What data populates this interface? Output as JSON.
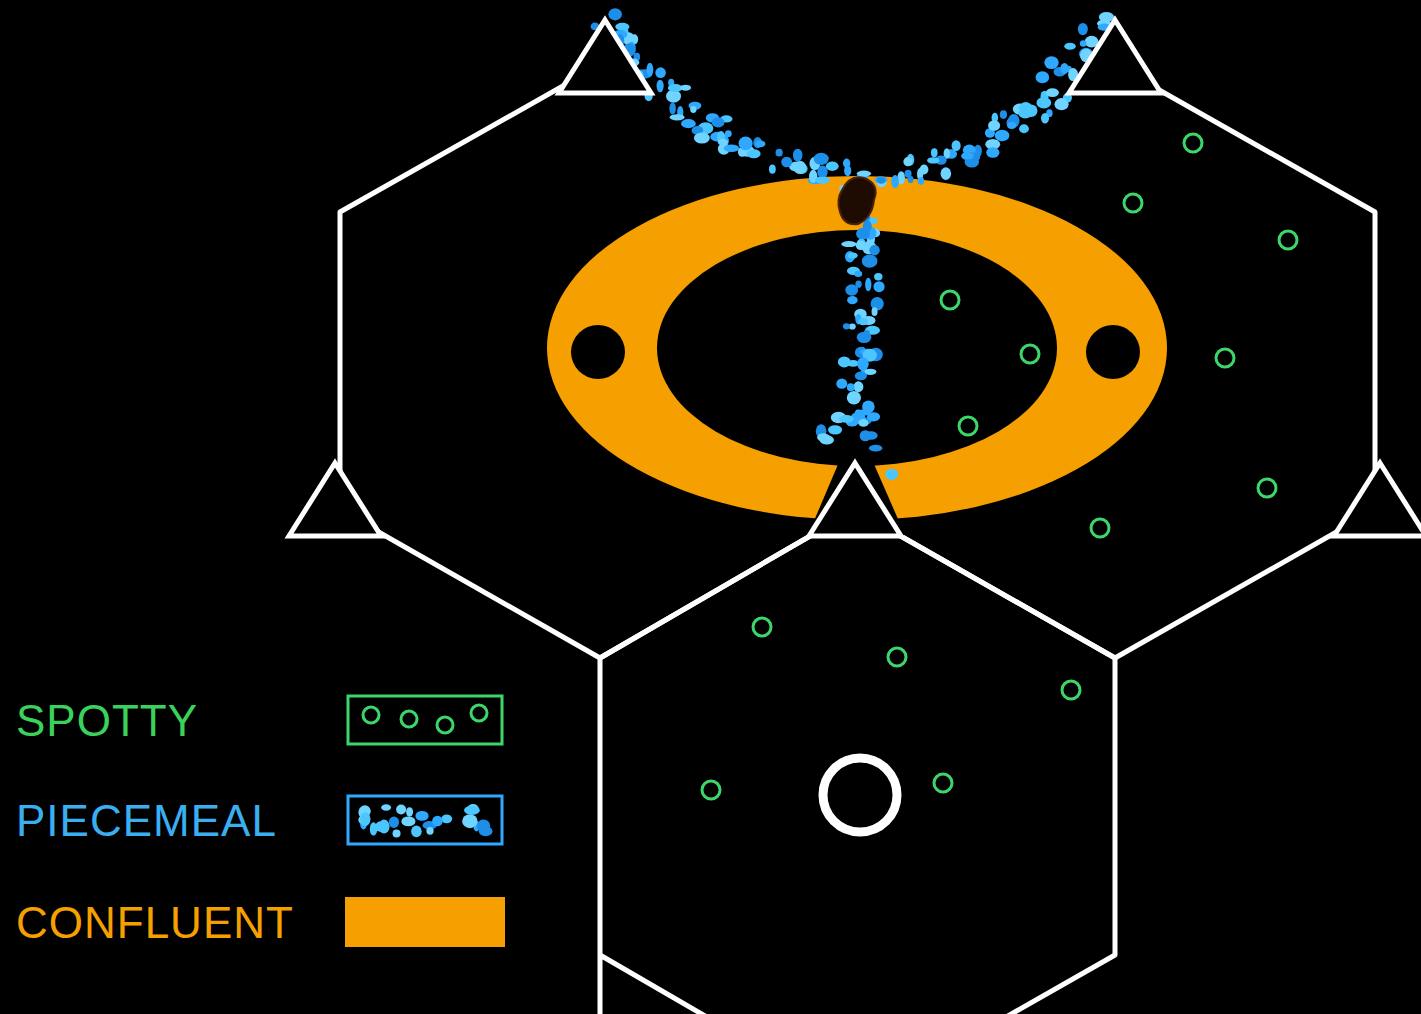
{
  "diagram": {
    "legend": [
      {
        "text": "SPOTTY"
      },
      {
        "text": "PIECEMEAL"
      },
      {
        "text": "CONFLUENT",
        "color": "#f5a000"
      }
    ]
  }
}
